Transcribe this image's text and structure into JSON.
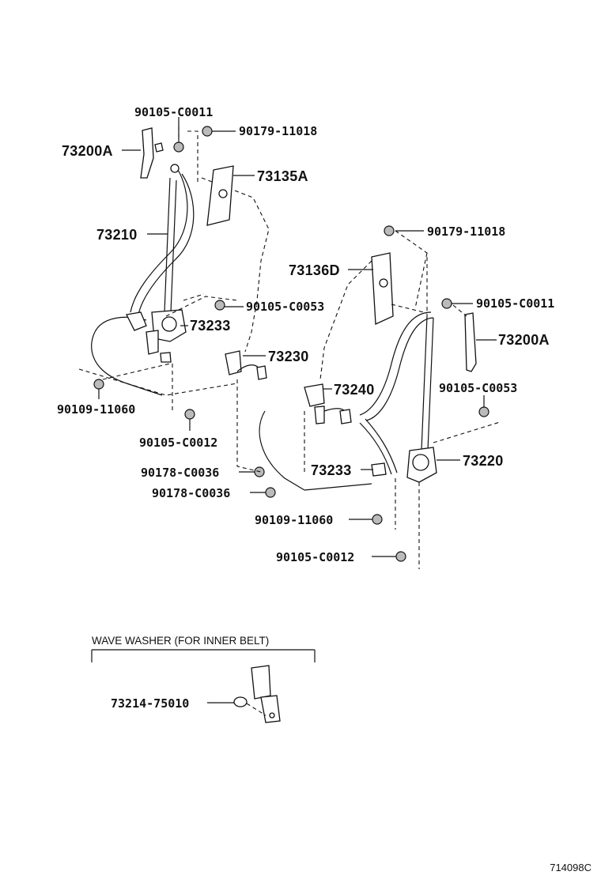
{
  "labels": {
    "p_90105_C0011_left": "90105-C0011",
    "p_90179_11018_left": "90179-11018",
    "p_73200A_left": "73200A",
    "p_73135A": "73135A",
    "p_73210": "73210",
    "p_90105_C0053_left": "90105-C0053",
    "p_73233_left": "73233",
    "p_73230": "73230",
    "p_90109_11060_left": "90109-11060",
    "p_90105_C0012_left": "90105-C0012",
    "p_90178_C0036_a": "90178-C0036",
    "p_90178_C0036_b": "90178-C0036",
    "p_90179_11018_right": "90179-11018",
    "p_73136D": "73136D",
    "p_90105_C0011_right": "90105-C0011",
    "p_73200A_right": "73200A",
    "p_73240": "73240",
    "p_90105_C0053_right": "90105-C0053",
    "p_73233_right": "73233",
    "p_73220": "73220",
    "p_90109_11060_right": "90109-11060",
    "p_90105_C0012_right": "90105-C0012",
    "p_73214_75010": "73214-75010"
  },
  "inset": {
    "title": "WAVE WASHER (FOR INNER BELT)"
  },
  "diagram_code": "714098C"
}
